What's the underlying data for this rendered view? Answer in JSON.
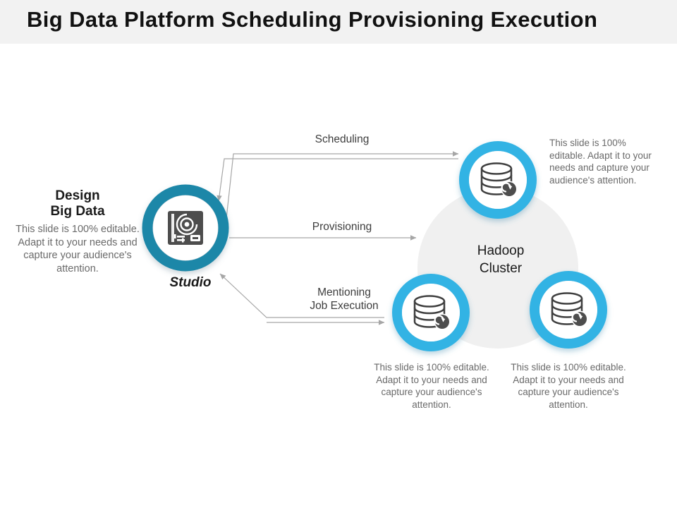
{
  "header": {
    "title": "Big Data Platform Scheduling Provisioning Execution",
    "band_color": "#f2f2f2"
  },
  "colors": {
    "ring_dark_teal": "#1b87a8",
    "ring_light_blue": "#33b3e4",
    "icon_gray": "#4d4d4d",
    "backdrop_gray": "#f0f0f0",
    "connector_gray": "#a6a6a6",
    "body_text": "#6a6a6a",
    "heading_text": "#1a1a1a"
  },
  "left": {
    "heading": "Design\nBig Data",
    "heading_line1": "Design",
    "heading_line2": "Big Data",
    "body": "This slide is 100% editable. Adapt it to your needs and capture your audience's attention.",
    "node_label": "Studio",
    "node_icon": "disc-player-icon"
  },
  "center": {
    "cluster_label_line1": "Hadoop",
    "cluster_label_line2": "Cluster",
    "cluster_label": "Hadoop Cluster"
  },
  "connectors": [
    {
      "id": "scheduling",
      "label": "Scheduling",
      "direction": "bidirectional",
      "from": "Studio",
      "to": "Hadoop Cluster"
    },
    {
      "id": "provisioning",
      "label": "Provisioning",
      "direction": "forward",
      "from": "Studio",
      "to": "Hadoop Cluster"
    },
    {
      "id": "job-execution",
      "label_line1": "Mentioning",
      "label_line2": "Job Execution",
      "label": "Mentioning Job Execution",
      "direction": "bidirectional",
      "from": "Hadoop Cluster",
      "to": "Studio"
    }
  ],
  "nodes": [
    {
      "id": "node-top-right",
      "icon": "database-refresh-icon",
      "ring_color": "#33b3e4",
      "caption": "This slide is 100% editable. Adapt it to your needs and capture your audience's attention.",
      "caption_align": "left"
    },
    {
      "id": "node-bottom-left",
      "icon": "database-refresh-icon",
      "ring_color": "#33b3e4",
      "caption": "This slide is 100% editable. Adapt it to your needs and capture your audience's attention.",
      "caption_align": "center"
    },
    {
      "id": "node-bottom-right",
      "icon": "database-refresh-icon",
      "ring_color": "#33b3e4",
      "caption": "This slide is 100% editable. Adapt it to your needs and capture your audience's attention.",
      "caption_align": "center"
    }
  ]
}
